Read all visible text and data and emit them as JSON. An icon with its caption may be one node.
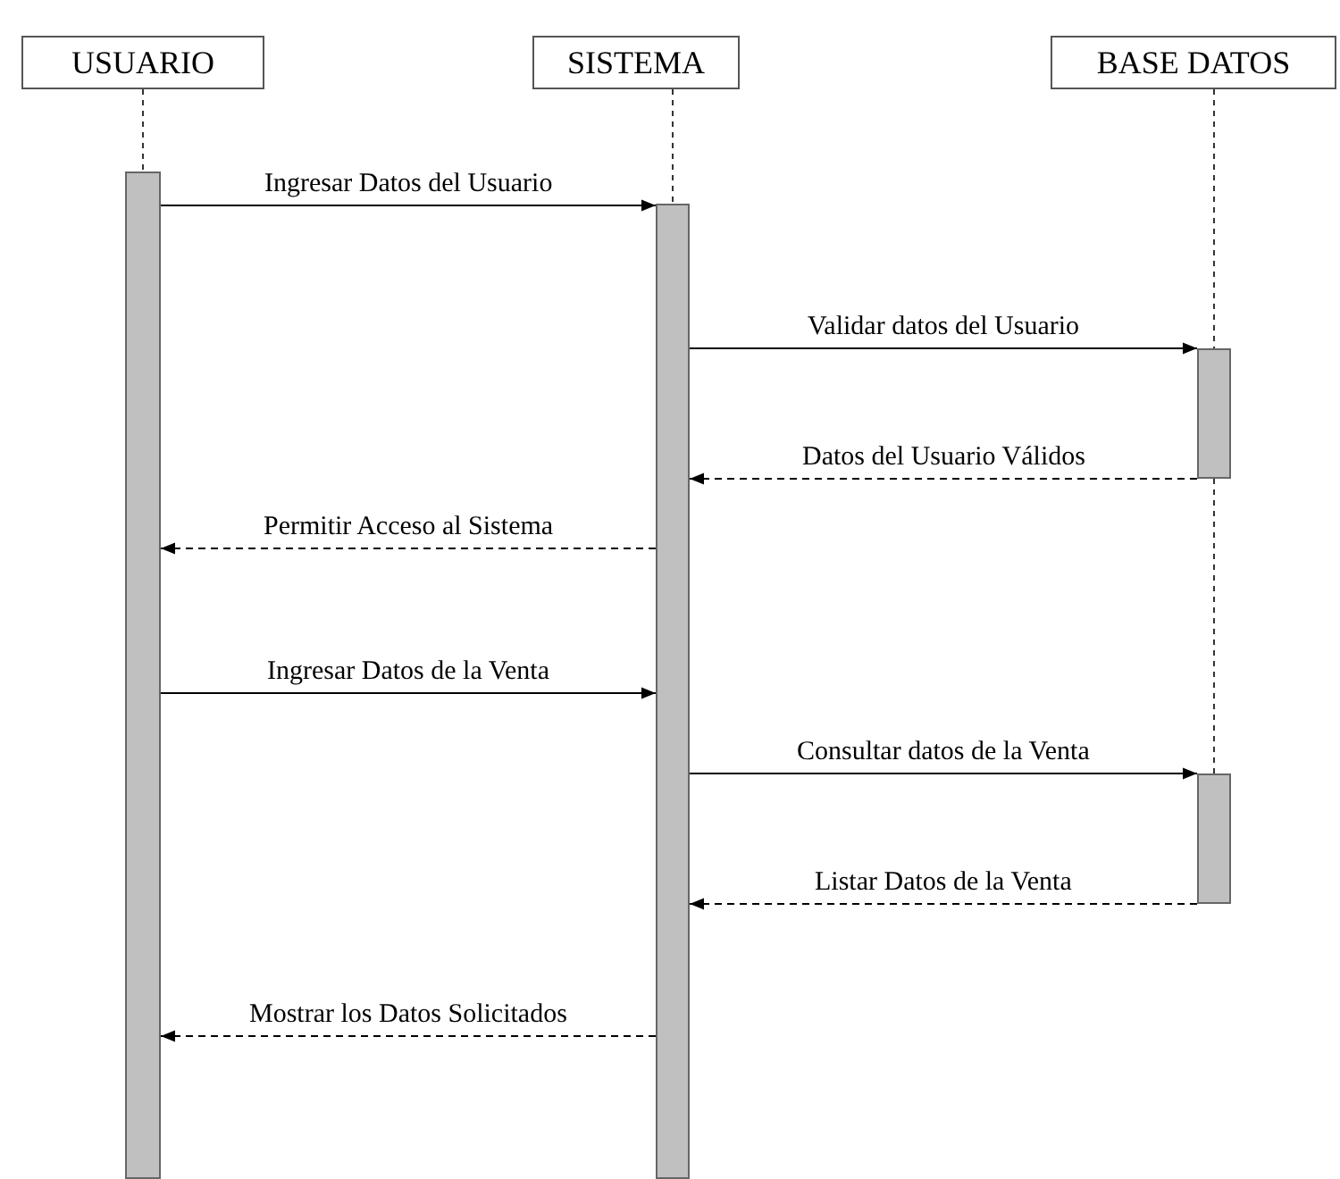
{
  "diagram": {
    "nodes": [
      {
        "text": [
          "USUARIO"
        ]
      },
      {
        "text": [
          "SISTEMA"
        ]
      },
      {
        "text": [
          "BASE DATOS"
        ]
      },
      {
        "text": [],
        "shape": "bar"
      },
      {
        "text": [],
        "shape": "bar"
      },
      {
        "text": [],
        "shape": "bar"
      },
      {
        "text": [],
        "shape": "bar"
      }
    ],
    "edges": [
      {
        "from": 0,
        "to": 3,
        "arrow": "none",
        "style": "dashed"
      },
      {
        "from": 1,
        "to": 4,
        "arrow": "none",
        "style": "dashed"
      },
      {
        "from": 2,
        "to": 5,
        "arrow": "none",
        "style": "dashed"
      },
      {
        "from": 5,
        "to": 6,
        "arrow": "none",
        "style": "dashed"
      },
      {
        "from": 3,
        "to": 4,
        "arrow": "to",
        "label": "Ingresar Datos del Usuario"
      },
      {
        "from": 4,
        "to": 5,
        "arrow": "to",
        "label": "Validar datos del Usuario"
      },
      {
        "from": 5,
        "to": 4,
        "arrow": "to",
        "label": "Datos del Usuario Válidos",
        "style": "dashed"
      },
      {
        "from": 4,
        "to": 3,
        "arrow": "to",
        "label": "Permitir Acceso al Sistema",
        "style": "dashed"
      },
      {
        "from": 3,
        "to": 4,
        "arrow": "to",
        "label": "Ingresar Datos de la Venta"
      },
      {
        "from": 4,
        "to": 6,
        "arrow": "to",
        "label": "Consultar datos de la Venta"
      },
      {
        "from": 6,
        "to": 4,
        "arrow": "to",
        "label": "Listar Datos de la Venta",
        "style": "dashed"
      },
      {
        "from": 4,
        "to": 3,
        "arrow": "to",
        "label": "Mostrar los Datos Solicitados",
        "style": "dashed"
      }
    ]
  }
}
